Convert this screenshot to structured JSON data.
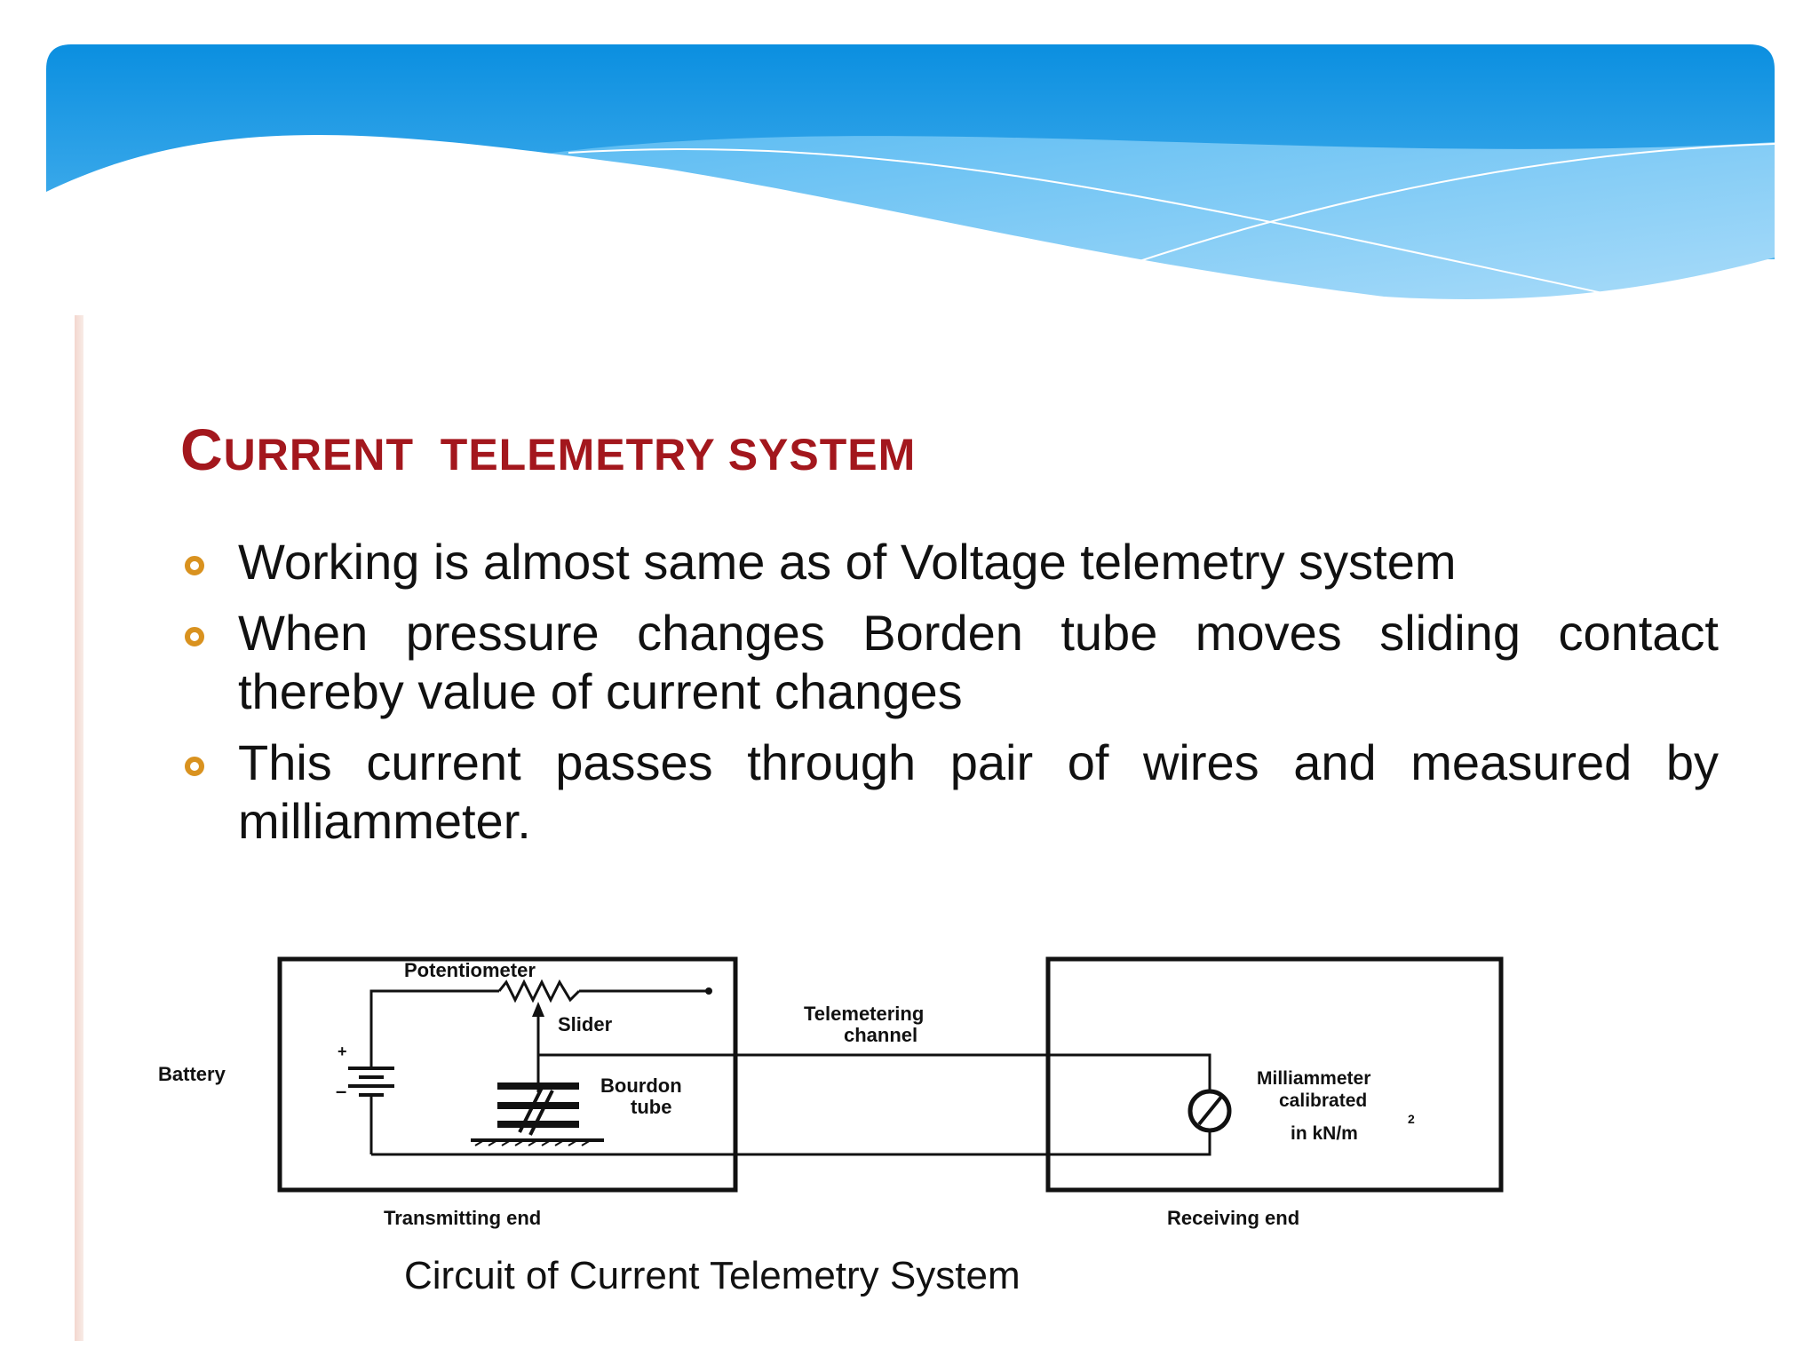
{
  "slide": {
    "title_first_letter": "C",
    "title_rest": "URRENT  TELEMETRY SYSTEM",
    "bullets": [
      "Working is almost same as of Voltage telemetry system",
      "When pressure changes Borden tube moves sliding contact thereby value of current changes",
      "This current passes through pair of wires and measured by milliammeter."
    ]
  },
  "diagram": {
    "labels": {
      "potentiometer": "Potentiometer",
      "slider": "Slider",
      "battery": "Battery",
      "bourdon_line1": "Bourdon",
      "bourdon_line2": "tube",
      "channel_line1": "Telemetering",
      "channel_line2": "channel",
      "meter_line1": "Milliammeter",
      "meter_line2": "calibrated",
      "meter_line3": "in kN/m",
      "meter_superscript": "2",
      "transmitting_end": "Transmitting end",
      "receiving_end": "Receiving end"
    },
    "caption": "Circuit of Current Telemetry System"
  },
  "colors": {
    "banner_top": "#0a8ee0",
    "banner_light": "#9fd3f7",
    "title": "#a3171d",
    "bullet_marker": "#d9921f"
  },
  "icons": {
    "bullet": "hollow-circle-bullet",
    "meter": "milliammeter-symbol",
    "battery": "battery-symbol",
    "resistor": "resistor-symbol"
  }
}
